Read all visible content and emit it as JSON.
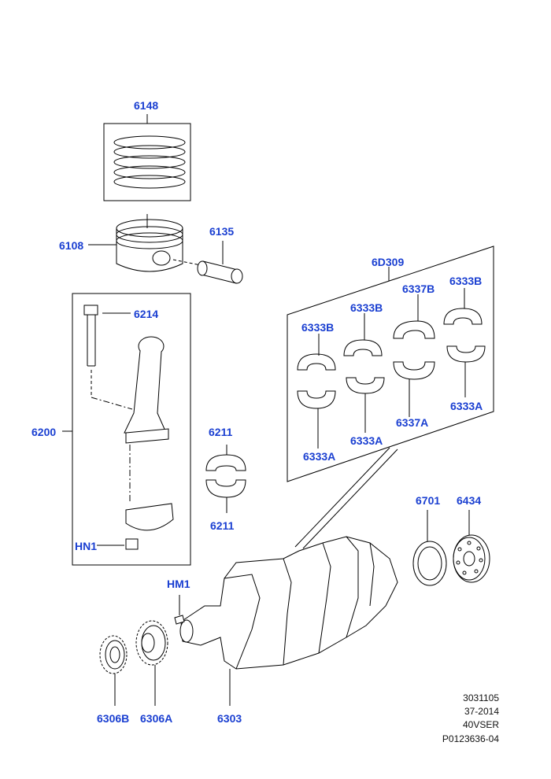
{
  "callouts": {
    "piston_rings": "6148",
    "piston": "6108",
    "piston_pin": "6135",
    "bearing_kit": "6D309",
    "bolt": "6214",
    "conrod_assembly": "6200",
    "nut": "HN1",
    "conrod_bearing_top": "6211",
    "conrod_bearing_bottom": "6211",
    "main_bearing_upper_1": "6333B",
    "main_bearing_upper_2": "6333B",
    "main_bearing_upper_3": "6337B",
    "main_bearing_upper_4": "6333B",
    "main_bearing_lower_1": "6333A",
    "main_bearing_lower_2": "6333A",
    "main_bearing_lower_3": "6337A",
    "main_bearing_lower_4": "6333A",
    "seal": "6701",
    "flange": "6434",
    "key": "HM1",
    "sprocket": "6306B",
    "gear": "6306A",
    "crankshaft": "6303"
  },
  "meta": {
    "line1": "3031105",
    "line2": "37-2014",
    "line3": "40VSER",
    "line4": "P0123636-04"
  }
}
